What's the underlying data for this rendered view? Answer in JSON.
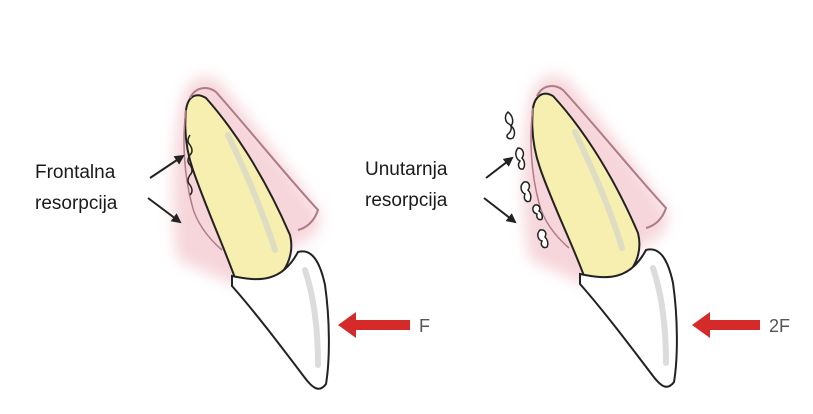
{
  "panels": [
    {
      "label_line1": "Frontalna",
      "label_line2": "resorpcija",
      "force_label": "F"
    },
    {
      "label_line1": "Unutarnja",
      "label_line2": "resorpcija",
      "force_label": "2F"
    }
  ],
  "colors": {
    "root": "#f6efb0",
    "crown": "#ffffff",
    "outline": "#222222",
    "gum_line": "#b07a86",
    "gum_glow": "#f3c8cf",
    "force_arrow": "#d42a2a",
    "pointer_arrow": "#222222"
  }
}
